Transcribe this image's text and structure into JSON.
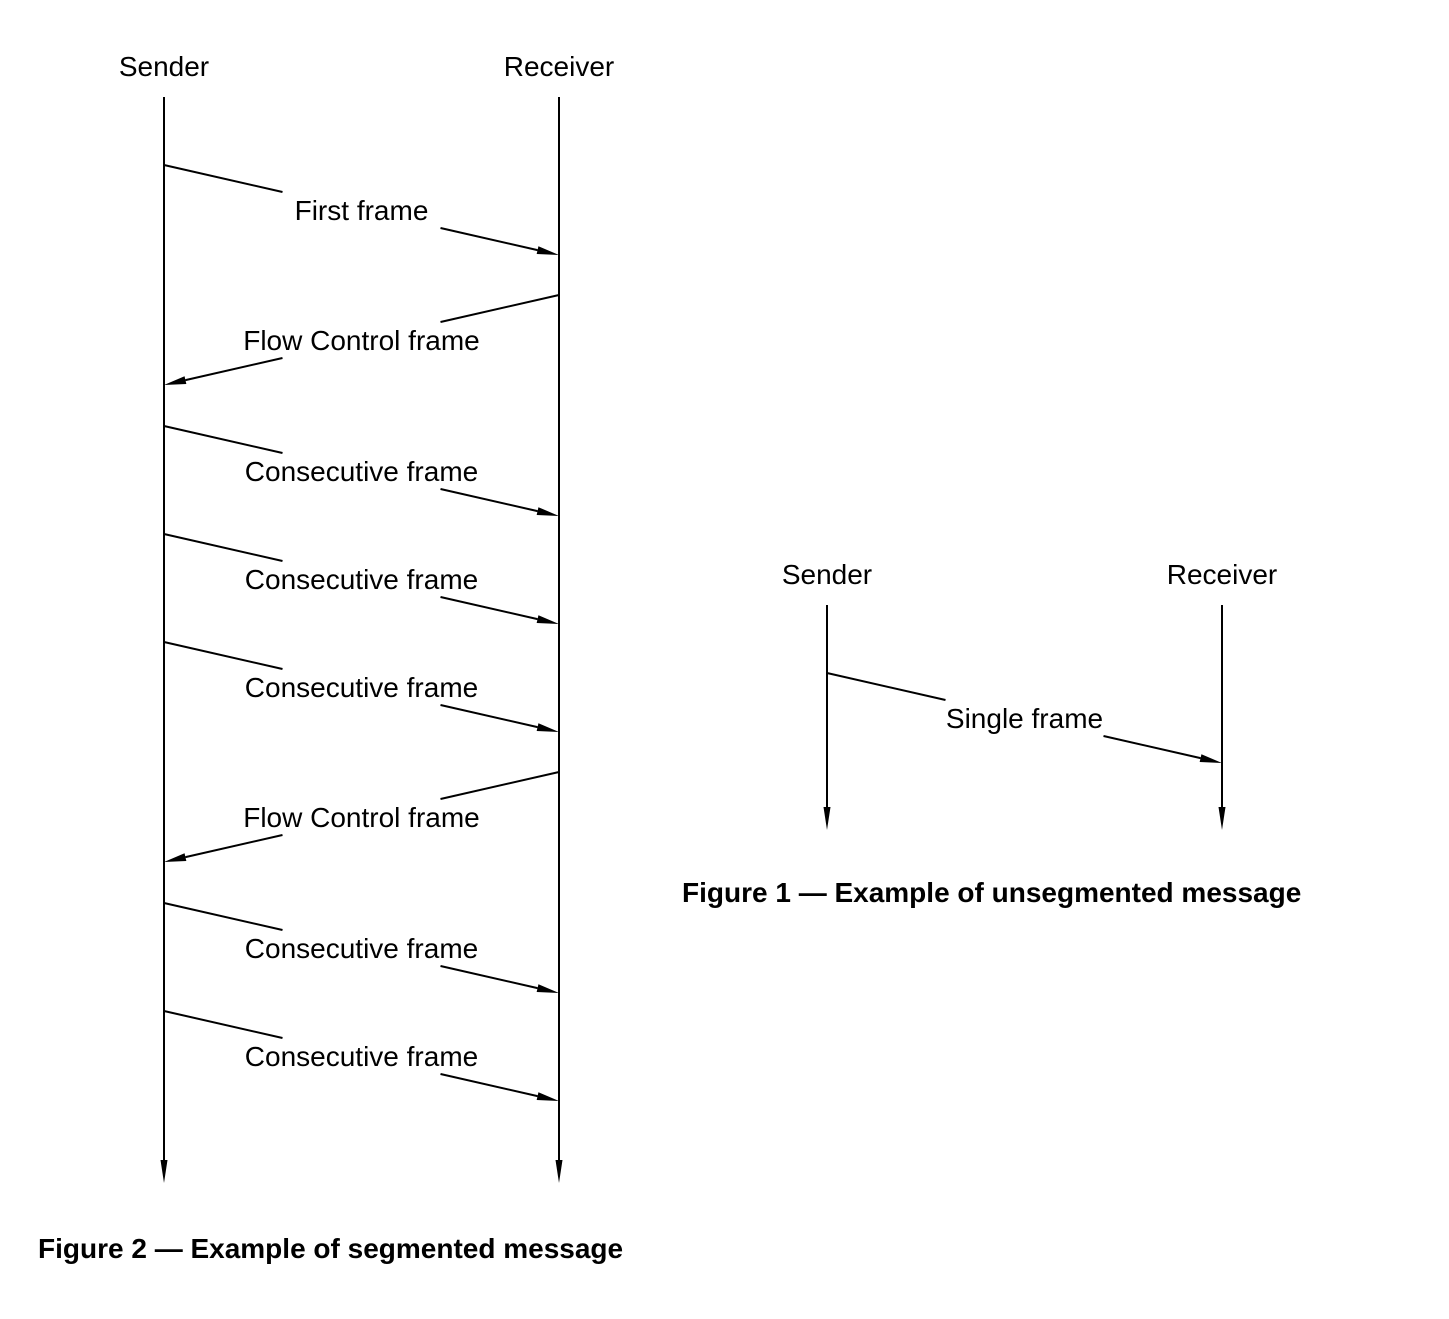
{
  "figure2": {
    "sender_label": "Sender",
    "receiver_label": "Receiver",
    "messages": [
      {
        "label": "First frame",
        "direction": "to-receiver"
      },
      {
        "label": "Flow Control frame",
        "direction": "to-sender"
      },
      {
        "label": "Consecutive frame",
        "direction": "to-receiver"
      },
      {
        "label": "Consecutive frame",
        "direction": "to-receiver"
      },
      {
        "label": "Consecutive frame",
        "direction": "to-receiver"
      },
      {
        "label": "Flow Control frame",
        "direction": "to-sender"
      },
      {
        "label": "Consecutive frame",
        "direction": "to-receiver"
      },
      {
        "label": "Consecutive frame",
        "direction": "to-receiver"
      }
    ],
    "caption": "Figure 2 — Example of segmented message"
  },
  "figure1": {
    "sender_label": "Sender",
    "receiver_label": "Receiver",
    "messages": [
      {
        "label": "Single frame",
        "direction": "to-receiver"
      }
    ],
    "caption": "Figure 1 — Example of unsegmented message"
  }
}
